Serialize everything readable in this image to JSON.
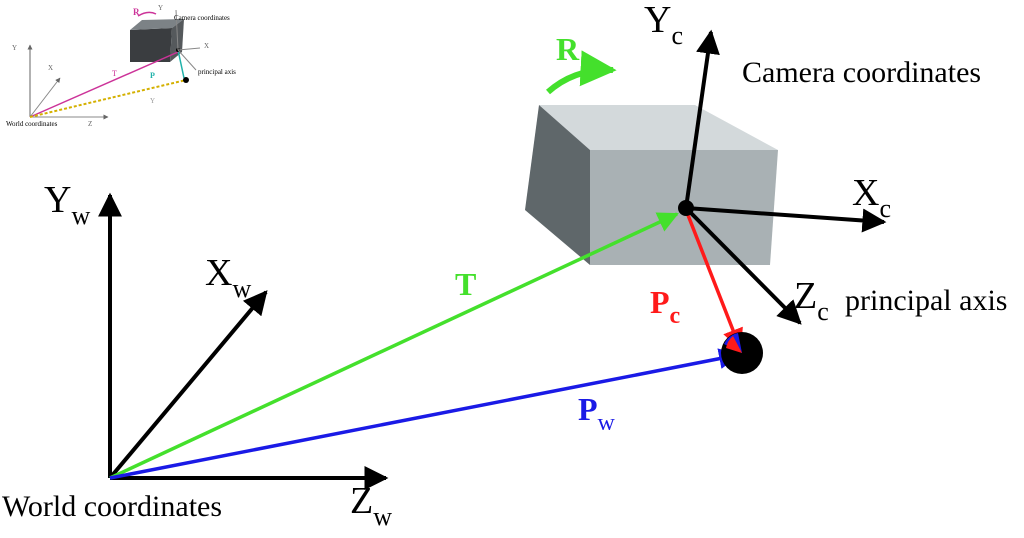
{
  "labels": {
    "world_coordinates": "World coordinates",
    "camera_coordinates": "Camera coordinates",
    "yw_main": "Y",
    "yw_sub": "w",
    "xw_main": "X",
    "xw_sub": "w",
    "zw_main": "Z",
    "zw_sub": "w",
    "yc_main": "Y",
    "yc_sub": "c",
    "xc_main": "X",
    "xc_sub": "c",
    "zc_main": "Z",
    "zc_sub": "c",
    "principal_axis": "principal axis",
    "t": "T",
    "r": "R",
    "pc_main": "P",
    "pc_sub": "c",
    "pw_main": "P",
    "pw_sub": "w"
  },
  "thumbnail": {
    "camera_coordinates": "Camera coordinates",
    "world_coordinates": "World coordinates",
    "principal_axis": "principal axis"
  },
  "colors": {
    "t_vector": "#44e02c",
    "r_arrow": "#44e02c",
    "pc_vector": "#ff1a1a",
    "pw_vector": "#1a1ae6",
    "axes": "#000000",
    "cube_front": "#a9b1b4",
    "cube_top": "#d3d9db",
    "cube_side": "#5f676a",
    "thumb_t": "#cc3399",
    "thumb_pw": "#d4b000",
    "thumb_pc": "#20b2aa",
    "thumb_r": "#cc3399"
  }
}
